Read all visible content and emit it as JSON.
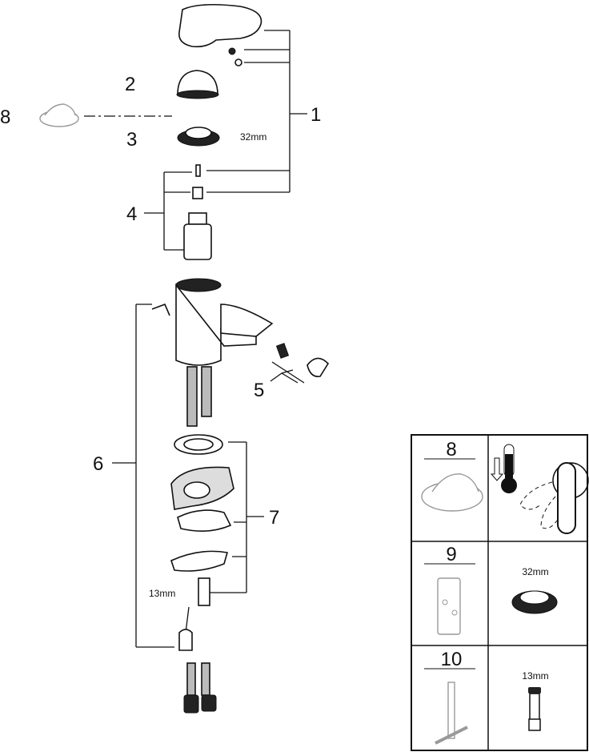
{
  "callouts": {
    "c1": "1",
    "c2": "2",
    "c3": "3",
    "c4": "4",
    "c5": "5",
    "c6": "6",
    "c7": "7",
    "c8": "8"
  },
  "dimensions": {
    "nut_size": "32mm",
    "valve_size": "13mm"
  },
  "legend_table": {
    "rows": [
      {
        "number": "8",
        "note": "",
        "icon": "temperature-limiter-icon"
      },
      {
        "number": "9",
        "note": "32mm",
        "icon": "nut-icon"
      },
      {
        "number": "10",
        "note": "13mm",
        "icon": "valve-icon"
      }
    ]
  }
}
